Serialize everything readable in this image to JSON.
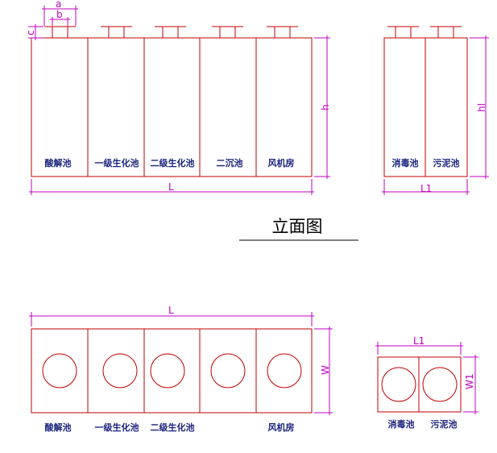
{
  "elevation": {
    "title": "立面图",
    "dims": {
      "a": "a",
      "b": "b",
      "c": "c",
      "h": "h",
      "L": "L",
      "h1": "hl",
      "L1": "L1"
    },
    "main_labels": [
      "酸解池",
      "一级生化池",
      "二级生化池",
      "二沉池",
      "风机房"
    ],
    "side_labels": [
      "消毒池",
      "污泥池"
    ]
  },
  "plan": {
    "dims": {
      "L": "L",
      "W": "W",
      "L1": "L1",
      "W1": "W1"
    },
    "main_labels": [
      "酸解池",
      "一级生化池",
      "二级生化池",
      "风机房"
    ],
    "side_labels": [
      "消毒池",
      "污泥池"
    ]
  },
  "colors": {
    "outline": "#c00000",
    "dimension": "#c000c0",
    "label": "#1a237e",
    "title_rule": "#000000"
  }
}
